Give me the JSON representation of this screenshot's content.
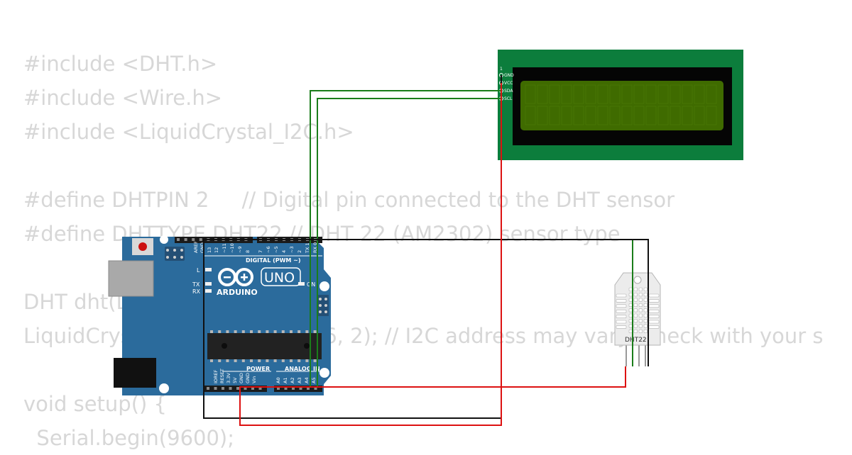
{
  "code_lines": [
    "#include <DHT.h>",
    "#include <Wire.h>",
    "#include <LiquidCrystal_I2C.h>",
    "",
    "#define DHTPIN 2     // Digital pin connected to the DHT sensor",
    "#define DHTTYPE DHT22 // DHT 22 (AM2302) sensor type",
    "",
    "DHT dht(DHTPIN, DHTTYPE);",
    "LiquidCrystal_I2C lcd(0x27, 16, 2); // I2C address may vary, check with your s",
    "",
    "void setup() {",
    "  Serial.begin(9600);"
  ],
  "arduino": {
    "model": "UNO",
    "brand": "ARDUINO",
    "digital_header": "DIGITAL (PWM ~)",
    "power_label": "POWER",
    "analog_label": "ANALOG IN",
    "led_l": "L",
    "led_tx": "TX",
    "led_rx": "RX",
    "led_on": "ON",
    "digital_pins": [
      "AREF",
      "GND",
      "13",
      "12",
      "~11",
      "~10",
      "~9",
      "8",
      "7",
      "~6",
      "~5",
      "4",
      "~3",
      "2",
      "TX 1",
      "RX 0"
    ],
    "power_pins": [
      "IOREF",
      "RESET",
      "3.3V",
      "5V",
      "GND",
      "GND",
      "Vin"
    ],
    "analog_pins": [
      "A0",
      "A1",
      "A2",
      "A3",
      "A4",
      "A5"
    ]
  },
  "lcd": {
    "pin_number": "1",
    "pins": [
      "GND",
      "VCC",
      "SDA",
      "SCL"
    ]
  },
  "sensor": {
    "label": "DHT22"
  },
  "colors": {
    "board": "#2b6b9c",
    "lcd_pcb": "#0c7d3c",
    "lcd_screen": "#3f6b00",
    "wire_green": "#1a7d1a",
    "wire_black": "#111111",
    "wire_red": "#dd1111"
  }
}
